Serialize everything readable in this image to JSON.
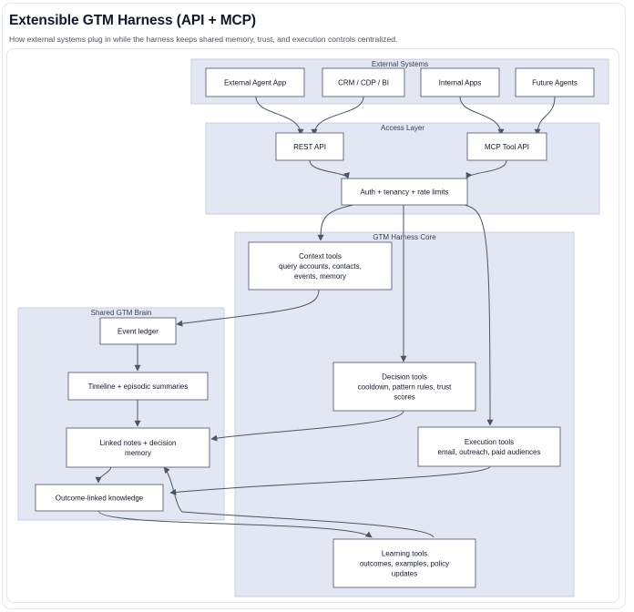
{
  "title": "Extensible GTM Harness (API + MCP)",
  "subtitle": "How external systems plug in while the harness keeps shared memory, trust, and execution controls centralized.",
  "clusters": {
    "external": "External Systems",
    "access": "Access Layer",
    "core": "GTM Harness Core",
    "brain": "Shared GTM Brain"
  },
  "nodes": {
    "external_agent_app": [
      "External Agent App"
    ],
    "crm_cdp_bi": [
      "CRM / CDP / BI"
    ],
    "internal_apps": [
      "Internal Apps"
    ],
    "future_agents": [
      "Future Agents"
    ],
    "rest_api": [
      "REST API"
    ],
    "mcp_tool_api": [
      "MCP Tool API"
    ],
    "auth": [
      "Auth + tenancy + rate limits"
    ],
    "context_tools": [
      "Context tools",
      "query accounts, contacts,",
      "events, memory"
    ],
    "decision_tools": [
      "Decision tools",
      "cooldown, pattern rules, trust",
      "scores"
    ],
    "execution_tools": [
      "Execution tools",
      "email, outreach, paid audiences"
    ],
    "learning_tools": [
      "Learning tools",
      "outcomes, examples, policy",
      "updates"
    ],
    "event_ledger": [
      "Event ledger"
    ],
    "timeline": [
      "Timeline + episodic summaries"
    ],
    "linked_notes": [
      "Linked notes + decision",
      "memory"
    ],
    "outcome_knowledge": [
      "Outcome-linked knowledge"
    ]
  },
  "colors": {
    "cluster_fill": "#e3e7f3",
    "cluster_stroke": "#c9cfe0",
    "node_fill": "#ffffff",
    "node_stroke": "#6b7280",
    "edge": "#4b5563"
  }
}
